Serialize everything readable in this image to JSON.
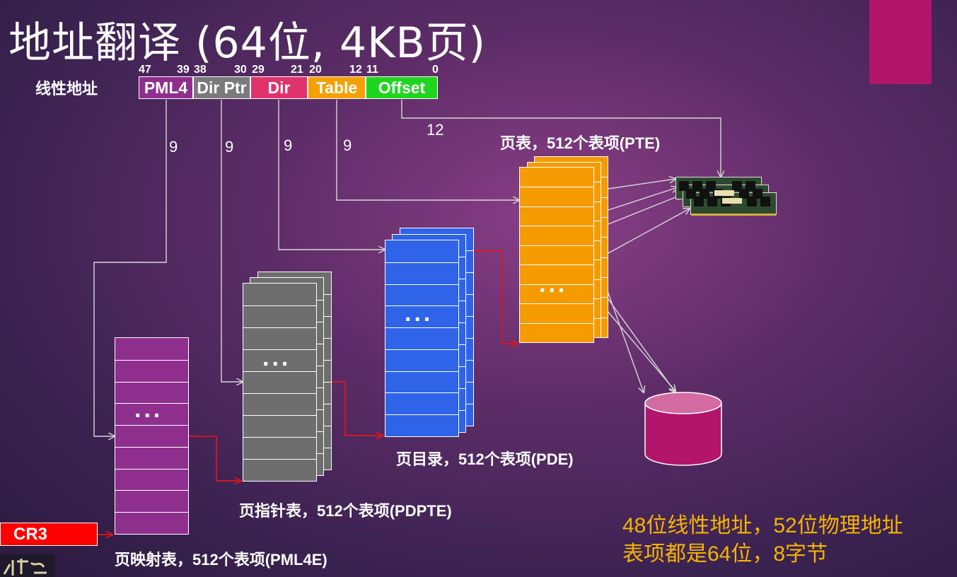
{
  "title": "地址翻译 (64位, 4KB页)",
  "linear_address_label": "线性地址",
  "bit_numbers": [
    "47",
    "39",
    "38",
    "30",
    "29",
    "21",
    "20",
    "12",
    "11",
    "0"
  ],
  "fields": [
    {
      "label": "PML4",
      "color": "#8e2f8e"
    },
    {
      "label": "Dir Ptr",
      "color": "#7a7a7a"
    },
    {
      "label": "Dir",
      "color": "#e0336e"
    },
    {
      "label": "Table",
      "color": "#f5a000"
    },
    {
      "label": "Offset",
      "color": "#1fd61f"
    }
  ],
  "bit_counts": [
    "9",
    "9",
    "9",
    "9",
    "12"
  ],
  "tables": {
    "pml4": {
      "caption": "页映射表，512个表项(PML4E)",
      "color": "#8e2f8e",
      "dots": "..."
    },
    "pdpt": {
      "caption": "页指针表，512个表项(PDPTE)",
      "color": "#6e6e6e",
      "dots": "..."
    },
    "pd": {
      "caption": "页目录，512个表项(PDE)",
      "color": "#2f63e8",
      "dots": "..."
    },
    "pt": {
      "caption": "页表，512个表项(PTE)",
      "color": "#f59b00",
      "dots": "..."
    }
  },
  "cr3_label": "CR3",
  "summary": [
    "48位线性地址，52位物理地址",
    "表项都是64位，8字节"
  ],
  "colors": {
    "accent": "#b3156a",
    "arrow_red": "#e0141e",
    "summary_text": "#f5b400",
    "disk": "#b3156a"
  },
  "icons": [
    "memory-module-icon",
    "disk-icon"
  ]
}
